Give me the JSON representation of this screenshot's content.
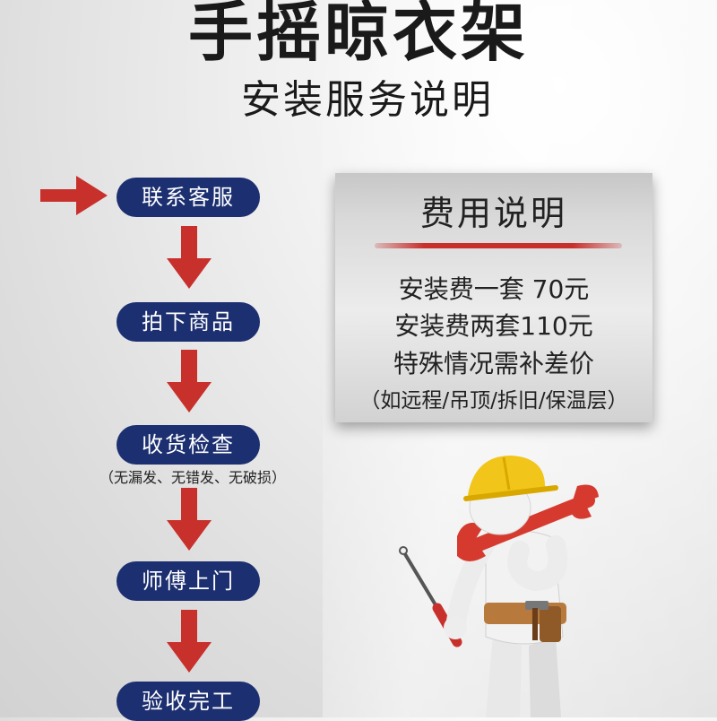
{
  "title": "手摇晾衣架",
  "subtitle": "安装服务说明",
  "steps": [
    {
      "label": "联系客服"
    },
    {
      "label": "拍下商品"
    },
    {
      "label": "收货检查",
      "note": "（无漏发、无错发、无破损）"
    },
    {
      "label": "师傅上门"
    },
    {
      "label": "验收完工"
    }
  ],
  "fees": {
    "title": "费用说明",
    "lines": [
      "安装费一套  70元",
      "安装费两套110元",
      "特殊情况需补差价",
      "（如远程/吊顶/拆旧/保温层）"
    ]
  },
  "colors": {
    "accent": "#c8302c",
    "pill": "#1c2f70"
  }
}
